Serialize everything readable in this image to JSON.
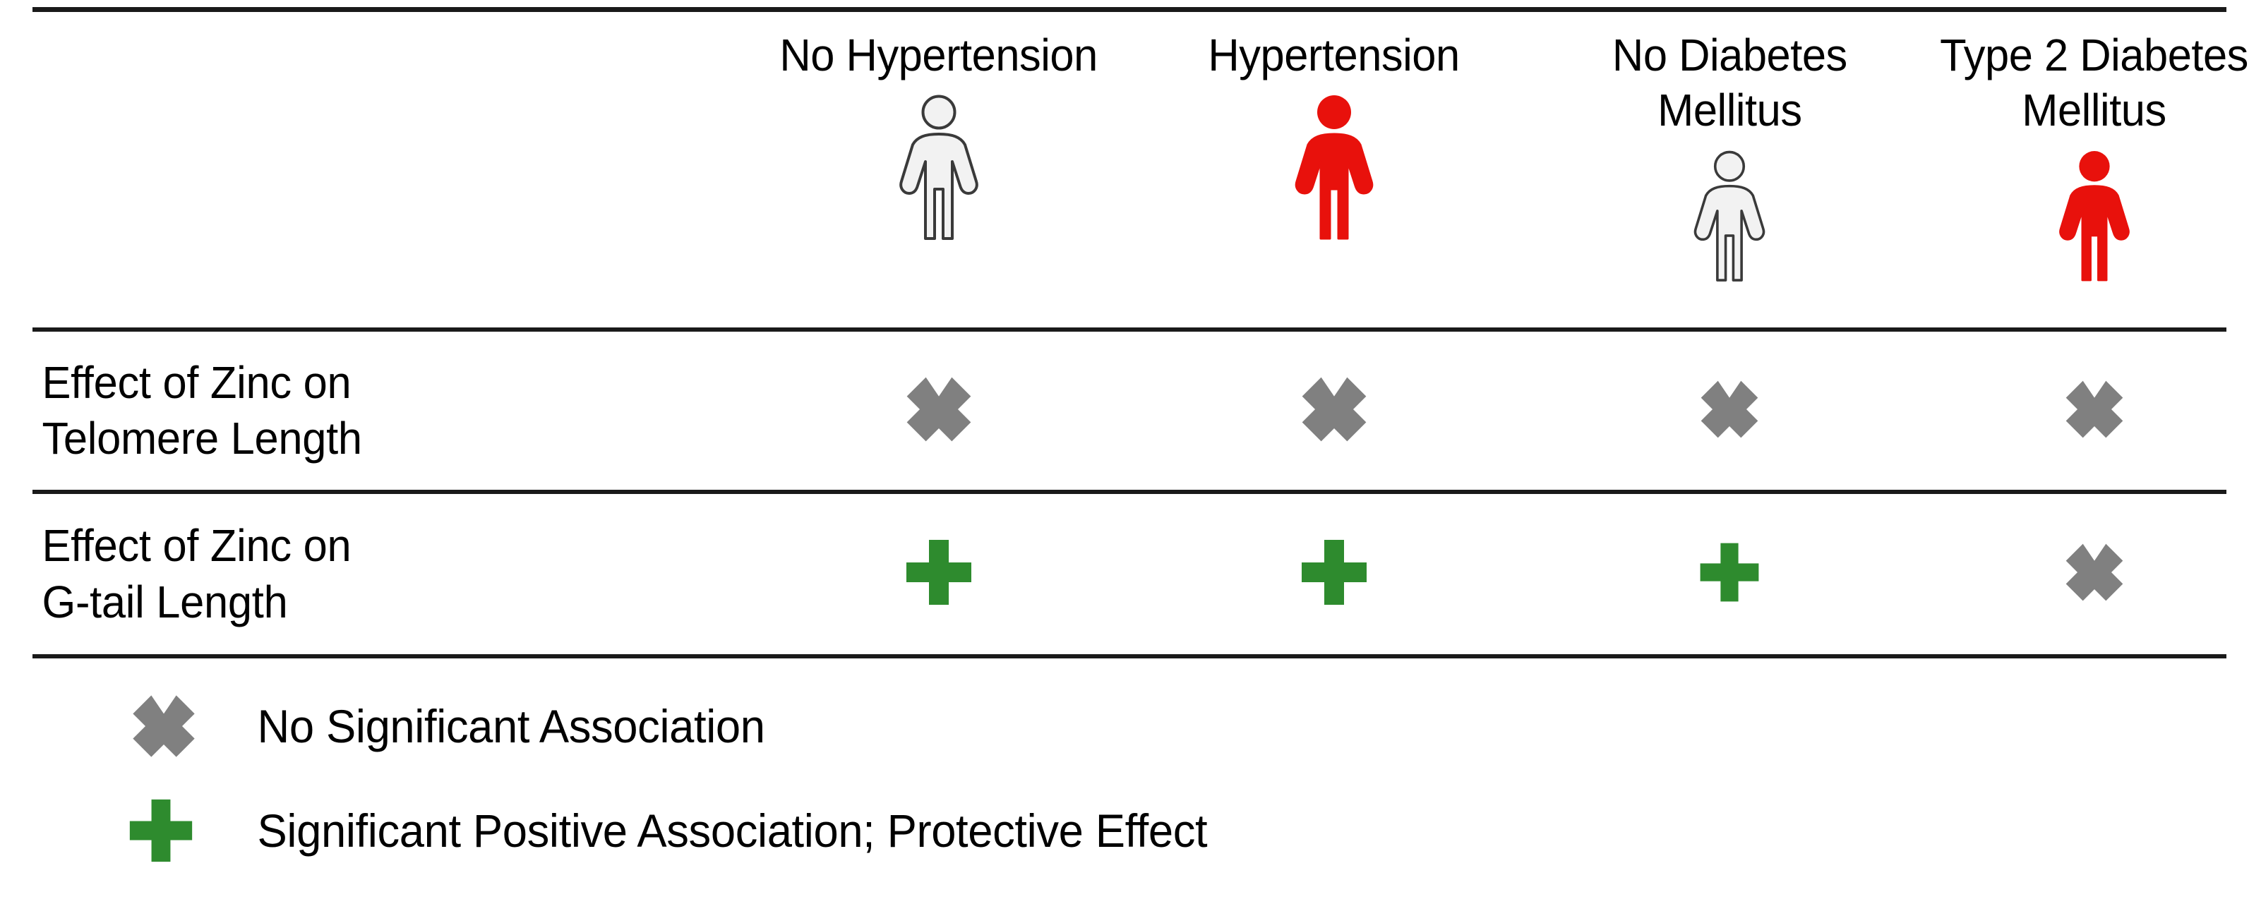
{
  "figure": {
    "type": "summary-matrix",
    "colors": {
      "gray_mark": "#808080",
      "green_mark": "#2E8B2E",
      "red_person": "#E8110C",
      "white_person_fill": "#F2F2F2",
      "white_person_stroke": "#3A3A3A",
      "rule": "#1A1A1A",
      "text": "#000000",
      "background": "#FFFFFF"
    },
    "columns": [
      {
        "id": "no-hypertension",
        "label": "No Hypertension",
        "person_icon": "person-icon-outline",
        "person_state": "healthy"
      },
      {
        "id": "hypertension",
        "label": "Hypertension",
        "person_icon": "person-icon-solid",
        "person_state": "affected"
      },
      {
        "id": "no-diabetes-mellitus",
        "label": "No Diabetes\nMellitus",
        "person_icon": "person-icon-outline",
        "person_state": "healthy"
      },
      {
        "id": "type-2-diabetes-mellitus",
        "label": "Type 2 Diabetes\nMellitus",
        "person_icon": "person-icon-solid",
        "person_state": "affected"
      }
    ],
    "rows": [
      {
        "id": "telomere-length",
        "label": "Effect of Zinc on\nTelomere Length",
        "marks": [
          "x-mark-icon",
          "x-mark-icon",
          "x-mark-icon",
          "x-mark-icon"
        ],
        "mark_meanings": [
          "No Significant Association",
          "No Significant Association",
          "No Significant Association",
          "No Significant Association"
        ]
      },
      {
        "id": "g-tail-length",
        "label": "Effect of Zinc on\nG-tail Length",
        "marks": [
          "plus-mark-icon",
          "plus-mark-icon",
          "plus-mark-icon",
          "x-mark-icon"
        ],
        "mark_meanings": [
          "Significant Positive Association; Protective Effect",
          "Significant Positive Association; Protective Effect",
          "Significant Positive Association; Protective Effect",
          "No Significant Association"
        ]
      }
    ],
    "legend": [
      {
        "id": "legend-no-association",
        "icon": "x-mark-icon",
        "text": "No Significant Association"
      },
      {
        "id": "legend-positive-association",
        "icon": "plus-mark-icon",
        "text": "Significant Positive Association; Protective Effect"
      }
    ]
  }
}
